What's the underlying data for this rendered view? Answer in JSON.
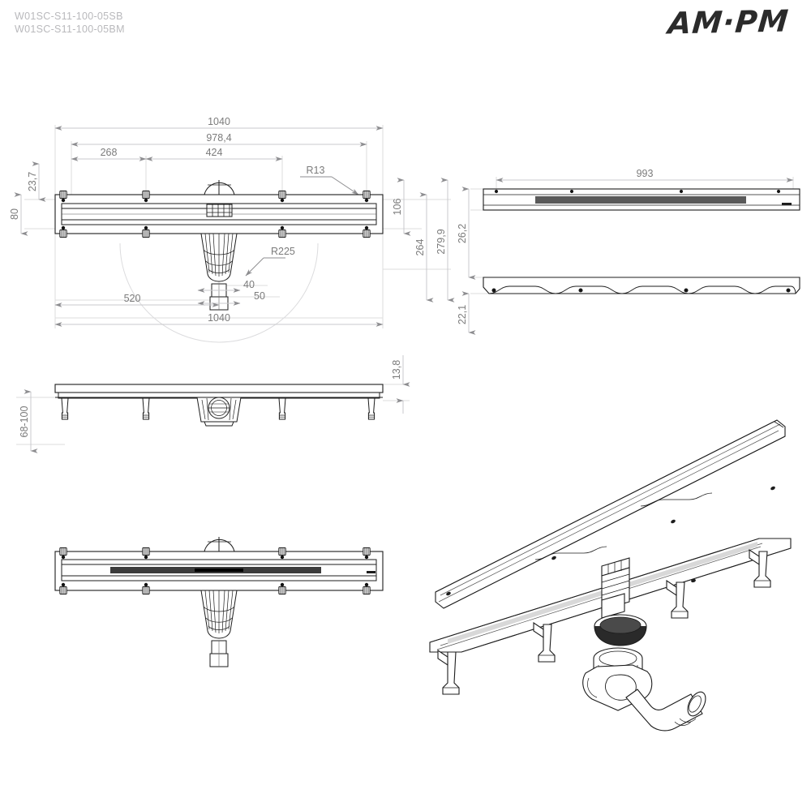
{
  "header": {
    "product_codes": [
      "W01SC-S11-100-05SB",
      "W01SC-S11-100-05BM"
    ],
    "brand_logo": "AM·PM",
    "logo_icon": "ampm-wordmark-logo"
  },
  "drawing": {
    "title": "linear-shower-drain-technical-drawing",
    "line_color": "#1d1d1d",
    "dimension_line_color": "#c9c9cc",
    "dimension_text_color": "#7b7b7b",
    "code_text_color": "#b9b9bc",
    "background": "#ffffff",
    "units": "mm"
  },
  "views": {
    "top_plan": {
      "name": "top-plan-view-with-dimensions",
      "dimensions": {
        "overall_length": "1040",
        "body_length": "978,4",
        "first_leg_offset": "268",
        "leg_spacing": "424",
        "end_inset": "23,7",
        "body_width": "80",
        "outlet_offset_from_edge": "106",
        "trap_reach": "264",
        "total_depth": "279,9",
        "corner_radius": "R13",
        "sweep_radius": "R225",
        "outlet_pipe_small": "40",
        "outlet_pipe_large": "50",
        "center_offset": "520",
        "baseline_length": "1040"
      }
    },
    "cover_plate": {
      "name": "cover-plate-side-views",
      "dimensions": {
        "plate_length": "993",
        "plate_height": "26,2",
        "frame_height": "22,1"
      }
    },
    "front_elevation": {
      "name": "front-elevation-with-legs",
      "dimensions": {
        "adjustable_height": "68-100",
        "plate_thickness": "13,8"
      }
    },
    "bottom_plan": {
      "name": "bottom-plan-view-with-grate"
    },
    "isometric": {
      "name": "isometric-exploded-assembly",
      "parts": [
        "cover-plate",
        "channel-body",
        "adjustable-legs",
        "hair-strainer",
        "siphon-trap-outlet"
      ]
    }
  }
}
